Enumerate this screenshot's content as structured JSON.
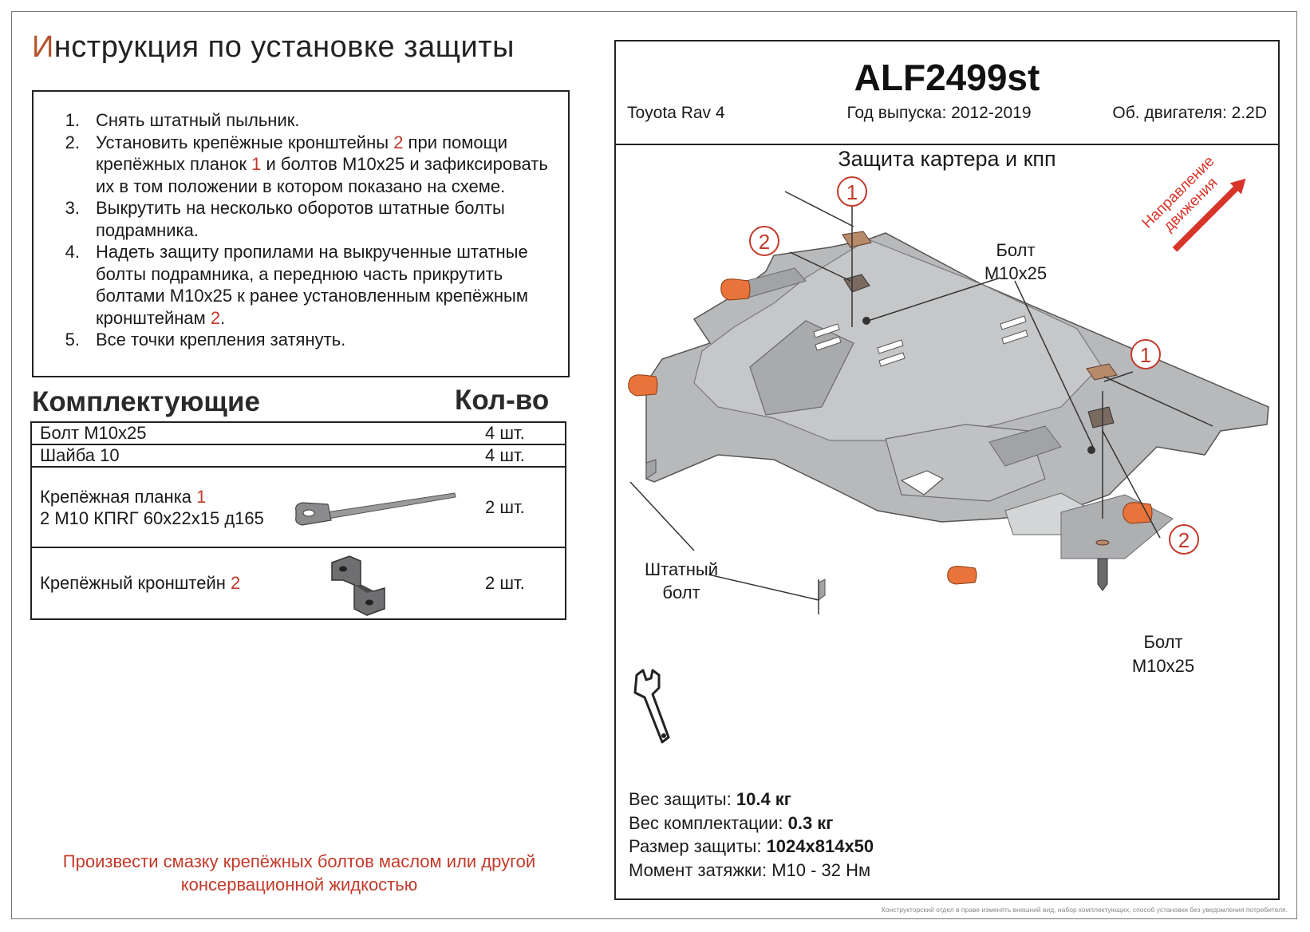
{
  "title": {
    "first_letter": "И",
    "rest": "нструкция по установке защиты"
  },
  "steps": [
    {
      "num": "1.",
      "parts": [
        {
          "text": "Снять штатный пыльник.",
          "red": false
        }
      ]
    },
    {
      "num": "2.",
      "parts": [
        {
          "text": "Установить крепёжные кронштейны ",
          "red": false
        },
        {
          "text": "2",
          "red": true
        },
        {
          "text": " при помощи крепёжных планок ",
          "red": false
        },
        {
          "text": "1",
          "red": true
        },
        {
          "text": " и болтов М10х25 и зафиксировать их в том положении в котором показано на схеме.",
          "red": false
        }
      ]
    },
    {
      "num": "3.",
      "parts": [
        {
          "text": "Выкрутить на несколько оборотов штатные болты подрамника.",
          "red": false
        }
      ]
    },
    {
      "num": "4.",
      "parts": [
        {
          "text": "Надеть защиту пропилами на выкрученные штатные болты подрамника, а переднюю часть прикрутить болтами М10х25 к ранее установленным крепёжным кронштейнам ",
          "red": false
        },
        {
          "text": "2",
          "red": true
        },
        {
          "text": ".",
          "red": false
        }
      ]
    },
    {
      "num": "5.",
      "parts": [
        {
          "text": "Все точки крепления затянуть.",
          "red": false
        }
      ]
    }
  ],
  "kit": {
    "heading": "Комплектующие",
    "qty_heading": "Кол-во",
    "rows": [
      {
        "name": "Болт М10х25",
        "qty": "4 шт."
      },
      {
        "name": "Шайба 10",
        "qty": "4 шт."
      },
      {
        "name": "Крепёжная планка ",
        "name_num": "1",
        "name_line2": "2 М10 КПRГ 60х22х15 д165",
        "qty": "2 шт.",
        "image": "mounting-plate"
      },
      {
        "name": "Крепёжный кронштейн ",
        "name_num": "2",
        "qty": "2 шт.",
        "image": "mounting-bracket"
      }
    ]
  },
  "note": "Произвести смазку крепёжных болтов маслом или другой консервационной жидкостью",
  "model": {
    "code": "ALF2499st",
    "car": "Toyota Rav 4",
    "year": "Год выпуска: 2012-2019",
    "engine": "Об. двигателя: 2.2D"
  },
  "subtitle": "Защита картера и кпп",
  "drawing": {
    "direction": [
      "Направление",
      "движения"
    ],
    "callouts": [
      "1",
      "2",
      "1",
      "2"
    ],
    "bolt_top": [
      "Болт",
      "М10х25"
    ],
    "bolt_right": [
      "Болт",
      "М10х25"
    ],
    "stock_bolt": [
      "Штатный",
      "болт"
    ],
    "direction_color": "#d9352a",
    "plate_color": "#b8b9bb",
    "pad_color": "#e8743b"
  },
  "specs": {
    "weight_label": "Вес защиты: ",
    "weight": "10.4 кг",
    "kit_weight_label": "Вес комплектации: ",
    "kit_weight": "0.3 кг",
    "size_label": "Размер защиты: ",
    "size": "1024x814x50",
    "torque_label": "Момент затяжки:  ",
    "torque": "М10 - 32 Нм"
  },
  "disclaimer": "Конструкторский отдел в праве изменять внешний вид, набор комплектующих, способ установки без уведомления потребителя."
}
